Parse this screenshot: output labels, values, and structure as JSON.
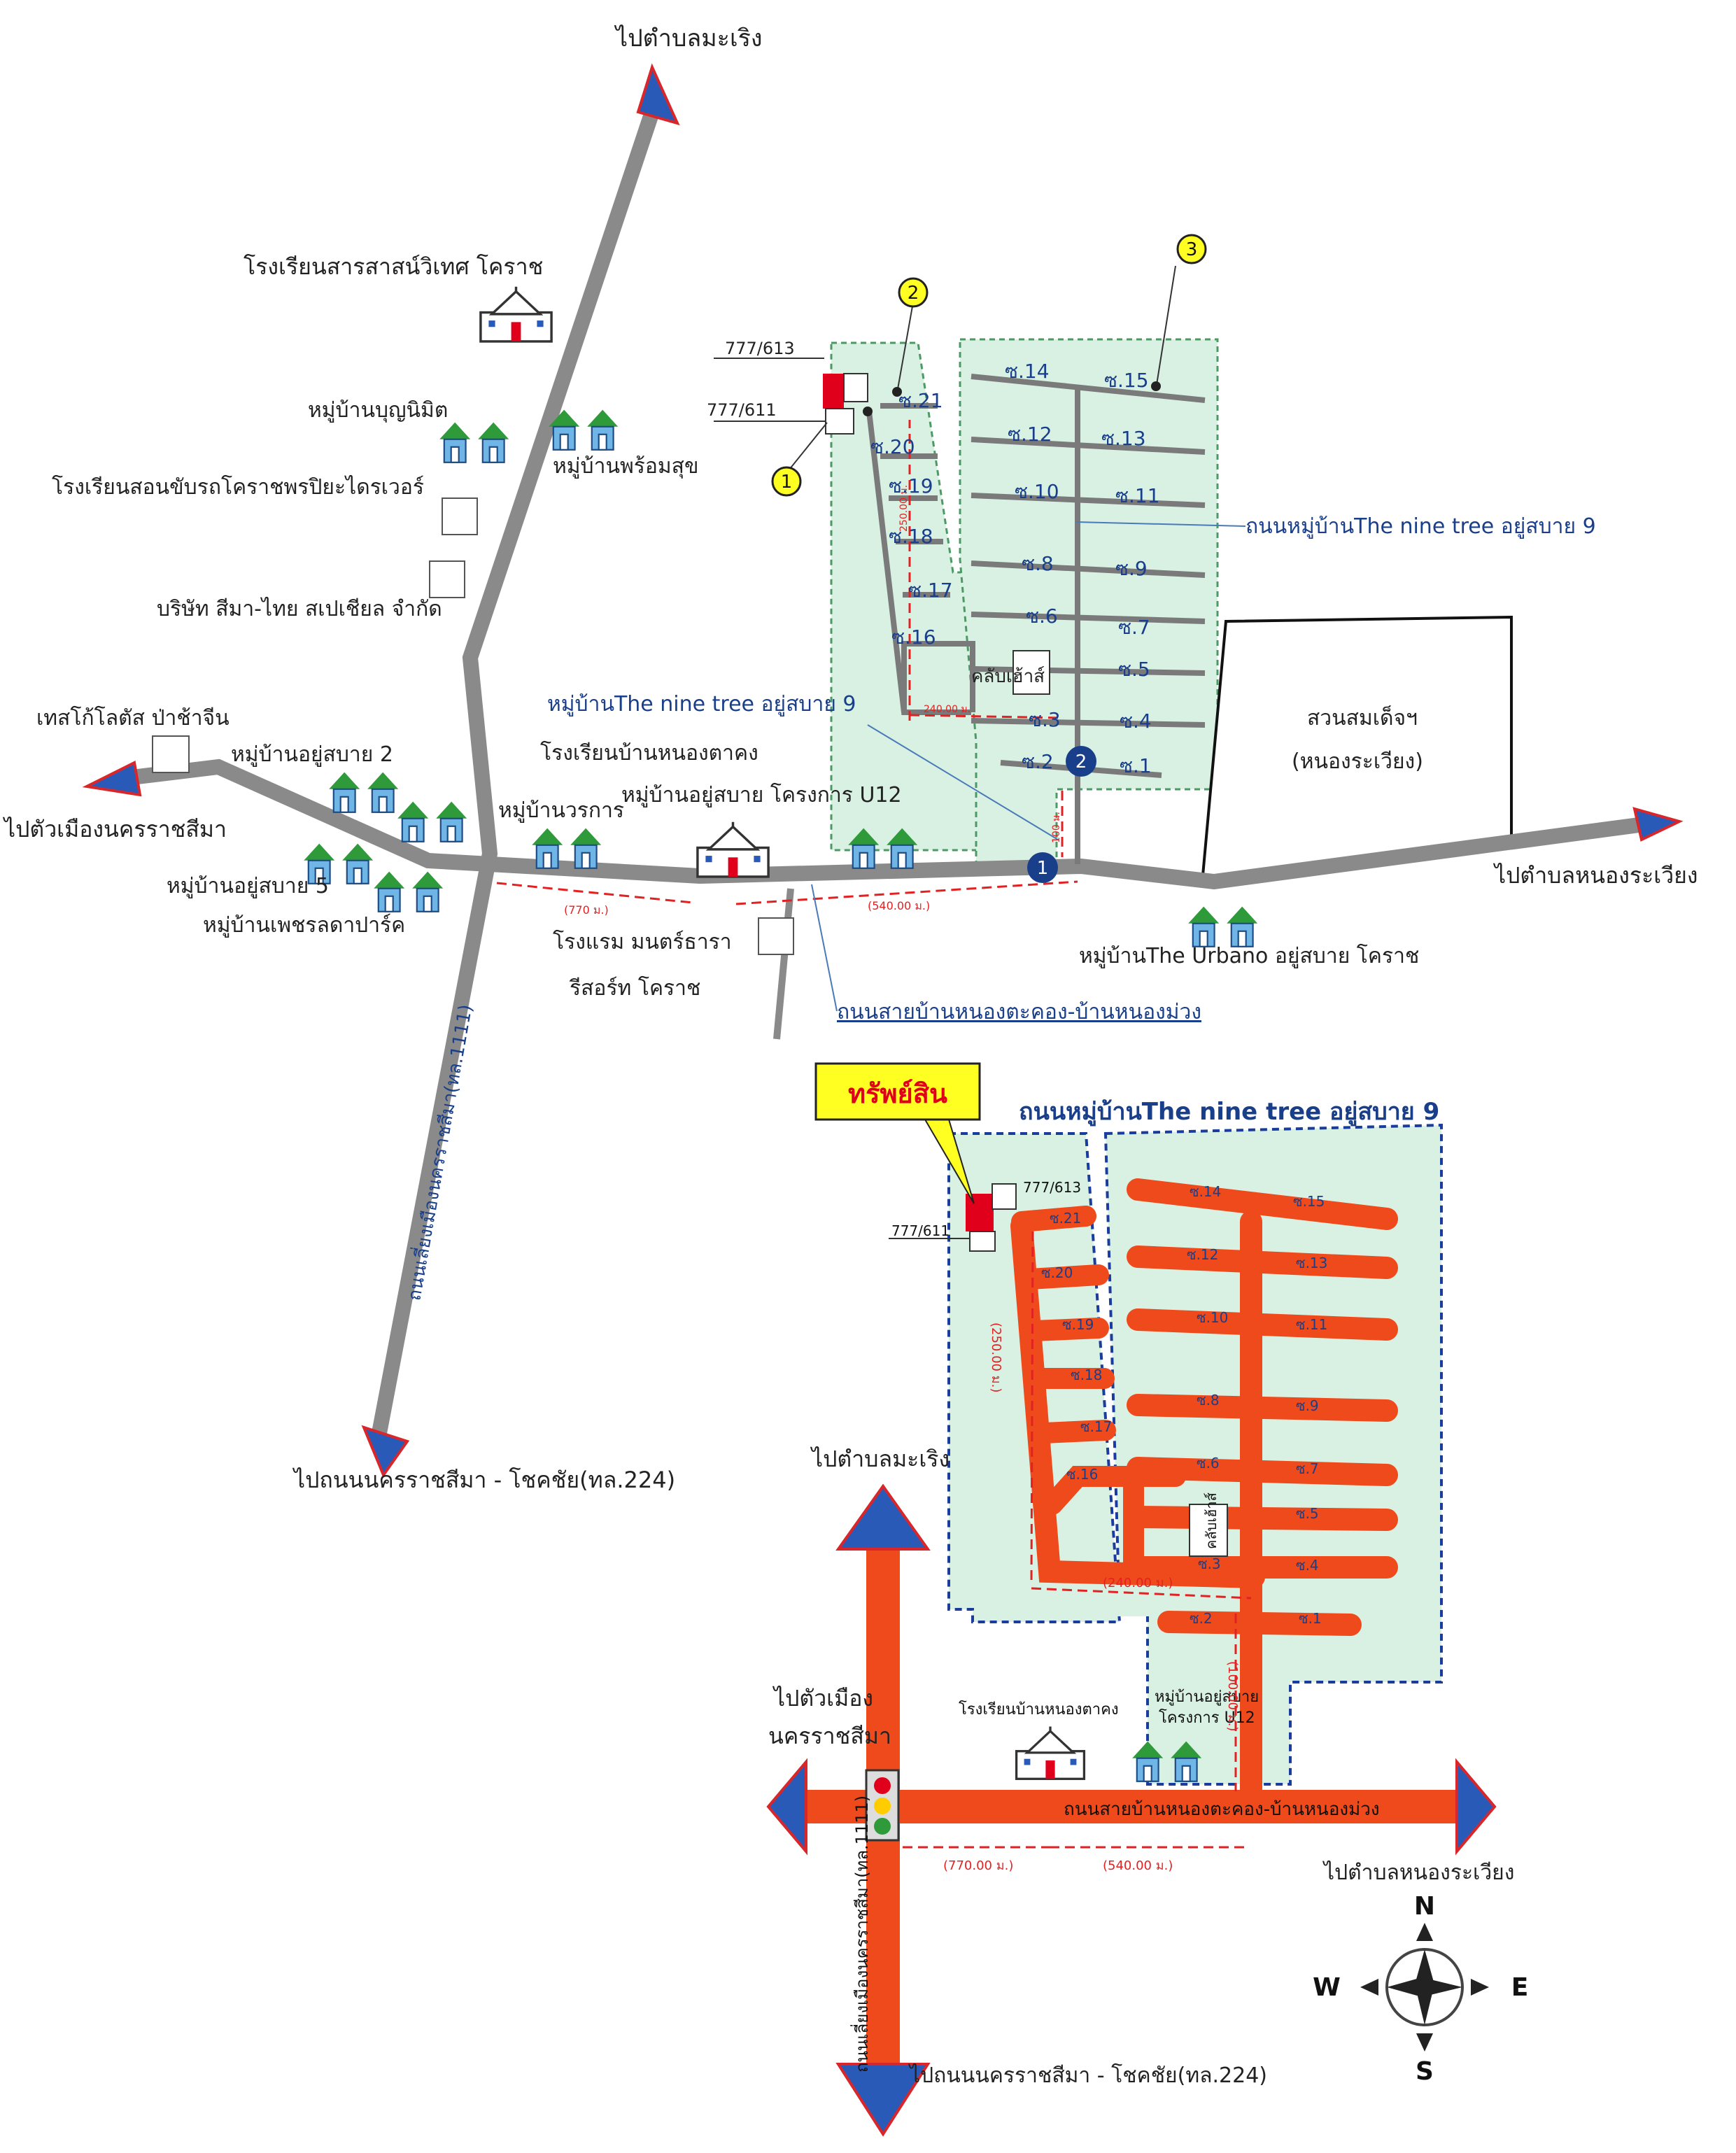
{
  "colors": {
    "upper_road": "#8a8a8a",
    "estate_fill": "#d9f1e3",
    "estate_border": "#4d9966",
    "plan_border": "#1a3c9c",
    "lower_road": "#ef4a1c",
    "arrow_blue": "#2a5ab8",
    "arrow_red_edge": "#d8262a",
    "label_blue": "#1a3f8a",
    "property_red": "#e0001b",
    "callout_yellow": "#ffff22",
    "house_green": "#2e9a3a",
    "house_blue": "#6fb6e6",
    "distance_red": "#e22222"
  },
  "upper_map": {
    "destinations": {
      "north": "ไปตำบลมะเริง",
      "south": "ไปถนนนครราชสีมา - โชคชัย(ทล.224)",
      "west": "ไปตัวเมืองนครราชสีมา",
      "east": "ไปตำบลหนองระเวียง"
    },
    "landmarks": {
      "school_sarasas": "โรงเรียนสารสาสน์วิเทศ โคราช",
      "village_boonnimit": "หมู่บ้านบุญนิมิต",
      "village_promsuk": "หมู่บ้านพร้อมสุข",
      "driving_school": "โรงเรียนสอนขับรถโคราชพรปิยะไดรเวอร์",
      "company_sima_thai": "บริษัท สีมา-ไทย สเปเชียล จำกัด",
      "tesco_lotus": "เทสโก้โลตัส ป่าช้าจีน",
      "village_ayusabai_2": "หมู่บ้านอยู่สบาย 2",
      "village_ayusabai_5": "หมู่บ้านอยู่สบาย 5",
      "village_petcharada": "หมู่บ้านเพชรลดาปาร์ค",
      "village_worakan": "หมู่บ้านวรการ",
      "school_nongtakhong": "โรงเรียนบ้านหนองตาคง",
      "village_ayusabai_u12": "หมู่บ้านอยู่สบาย โครงการ U12",
      "hotel_line1": "โรงแรม มนตร์ธารา",
      "hotel_line2": "รีสอร์ท โคราช",
      "park_line1": "สวนสมเด็จฯ",
      "park_line2": "(หนองระเวียง)",
      "village_urbano": "หมู่บ้านThe Urbano อยู่สบาย โคราช",
      "clubhouse": "คลับเฮ้าส์"
    },
    "labels": {
      "estate_road": "ถนนหมู่บ้านThe nine tree อยู่สบาย 9",
      "estate_name": "หมู่บ้านThe nine tree อยู่สบาย 9",
      "main_road": "ถนนสายบ้านหนองตะคอง-บ้านหนองม่วง",
      "highway": "ถนนเลี่ยงเมืองนครราชสีมา(ทล.1111)",
      "unit_613": "777/613",
      "unit_611": "777/611"
    },
    "distances": {
      "d770": "(770 ม.)",
      "d540": "(540.00 ม.)",
      "d240": "240.00 ม.",
      "d250": "250.00 ม.",
      "d100": "100 ม."
    },
    "yellow_markers": [
      "1",
      "2",
      "3"
    ],
    "blue_markers": [
      "1",
      "2"
    ],
    "sois": [
      "ซ.1",
      "ซ.2",
      "ซ.3",
      "ซ.4",
      "ซ.5",
      "ซ.6",
      "ซ.7",
      "ซ.8",
      "ซ.9",
      "ซ.10",
      "ซ.11",
      "ซ.12",
      "ซ.13",
      "ซ.14",
      "ซ.15",
      "ซ.16",
      "ซ.17",
      "ซ.18",
      "ซ.19",
      "ซ.20",
      "ซ.21"
    ]
  },
  "lower_map": {
    "title": "ถนนหมู่บ้านThe nine tree อยู่สบาย 9",
    "asset_callout": "ทรัพย์สิน",
    "destinations": {
      "north": "ไปตำบลมะเริง",
      "south": "ไปถนนนครราชสีมา - โชคชัย(ทล.224)",
      "west_line1": "ไปตัวเมือง",
      "west_line2": "นครราชสีมา",
      "east": "ไปตำบลหนองระเวียง"
    },
    "labels": {
      "main_road": "ถนนสายบ้านหนองตะคอง-บ้านหนองม่วง",
      "highway": "ถนนเลี่ยงเมืองนครราชสีมา(ทล.1111)",
      "school": "โรงเรียนบ้านหนองตาคง",
      "village_line1": "หมู่บ้านอยู่สบาย",
      "village_line2": "โครงการ U12",
      "clubhouse": "คลับเฮ้าส์",
      "unit_613": "777/613",
      "unit_611": "777/611"
    },
    "distances": {
      "d770": "(770.00 ม.)",
      "d540": "(540.00 ม.)",
      "d240": "(240.00 ม.)",
      "d250": "(250.00 ม.)",
      "d100": "(100.00 ม.)"
    },
    "compass": {
      "n": "N",
      "s": "S",
      "e": "E",
      "w": "W"
    },
    "sois": [
      "ซ.1",
      "ซ.2",
      "ซ.3",
      "ซ.4",
      "ซ.5",
      "ซ.6",
      "ซ.7",
      "ซ.8",
      "ซ.9",
      "ซ.10",
      "ซ.11",
      "ซ.12",
      "ซ.13",
      "ซ.14",
      "ซ.15",
      "ซ.16",
      "ซ.17",
      "ซ.18",
      "ซ.19",
      "ซ.20",
      "ซ.21"
    ]
  }
}
